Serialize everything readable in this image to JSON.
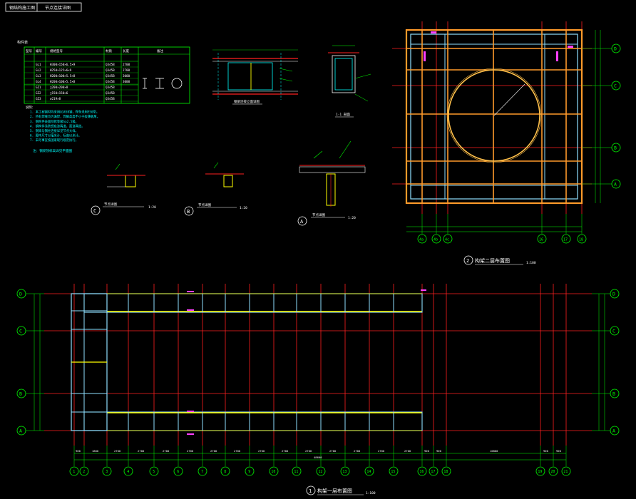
{
  "title_block": {
    "left_cell": "钢结构施工图",
    "right_cell": "节点连接详图"
  },
  "steel_table": {
    "title": "构件表",
    "headers": [
      "型号",
      "编号",
      "规格型号",
      "材质",
      "长度",
      "备注"
    ],
    "rows": [
      [
        "",
        "GL1",
        "H300×150×6.5×9",
        "Q345B",
        "2700",
        ""
      ],
      [
        "",
        "GL2",
        "H250×125×6×9",
        "Q345B",
        "2700",
        ""
      ],
      [
        "",
        "GL3",
        "H200×100×5.5×8",
        "Q345B",
        "3000",
        ""
      ],
      [
        "",
        "GL4",
        "H200×100×5.5×8",
        "Q345B",
        "3000",
        ""
      ],
      [
        "",
        "GZ1",
        "□200×200×8",
        "Q345B",
        "",
        ""
      ],
      [
        "",
        "GZ2",
        "□150×150×6",
        "Q345B",
        "",
        ""
      ],
      [
        "",
        "GZ3",
        "∅219×8",
        "Q345B",
        "",
        ""
      ]
    ]
  },
  "notes": [
    "说明：",
    "1. 本工程钢材均采用Q345B钢，焊条采用E50型。",
    "2. 所有焊缝均为满焊，焊脚高度不小于较薄板厚。",
    "3. 钢构件表面除锈等级Sa2.5级。",
    "4. 钢构件涂防锈底漆两道，面漆两道。",
    "5. 钢梁与钢柱连接详见节点大样。",
    "6. 图中尺寸以毫米计，标高以米计。",
    "7. 未尽事宜按国家现行规范执行。"
  ],
  "note_ref": "注：钢梁顶标高详见平面图",
  "details": {
    "beam_elev": "钢梁连接立面详图",
    "section": "1-1 剖面",
    "detail_c": {
      "mark": "C",
      "title": "节点详图",
      "scale": "1:20"
    },
    "detail_b": {
      "mark": "B",
      "title": "节点详图",
      "scale": "1:20"
    },
    "detail_a": {
      "mark": "A",
      "title": "节点详图",
      "scale": "1:20"
    }
  },
  "plan_upper": {
    "number": "2",
    "title": "构架二层布置图",
    "scale": "1:100",
    "row_axes": [
      "D",
      "C",
      "B",
      "A"
    ],
    "col_axes": [
      "4a",
      "4b",
      "4c",
      "16",
      "17",
      "18"
    ]
  },
  "plan_lower": {
    "number": "1",
    "title": "构架一层布置图",
    "scale": "1:100",
    "row_axes": [
      "D",
      "C",
      "B",
      "A"
    ],
    "col_axes": [
      "1",
      "2",
      "3",
      "4",
      "5",
      "6",
      "7",
      "8",
      "9",
      "10",
      "11",
      "12",
      "13",
      "14",
      "15",
      "16",
      "17",
      "18",
      "19",
      "20",
      "21"
    ],
    "dims": [
      "900",
      "1800",
      "2700",
      "2700",
      "2700",
      "2700",
      "2700",
      "2700",
      "2700",
      "2700",
      "2700",
      "2700",
      "2700",
      "2700",
      "2700",
      "900",
      "900",
      "10800",
      "900",
      "900"
    ],
    "total": "48600"
  }
}
